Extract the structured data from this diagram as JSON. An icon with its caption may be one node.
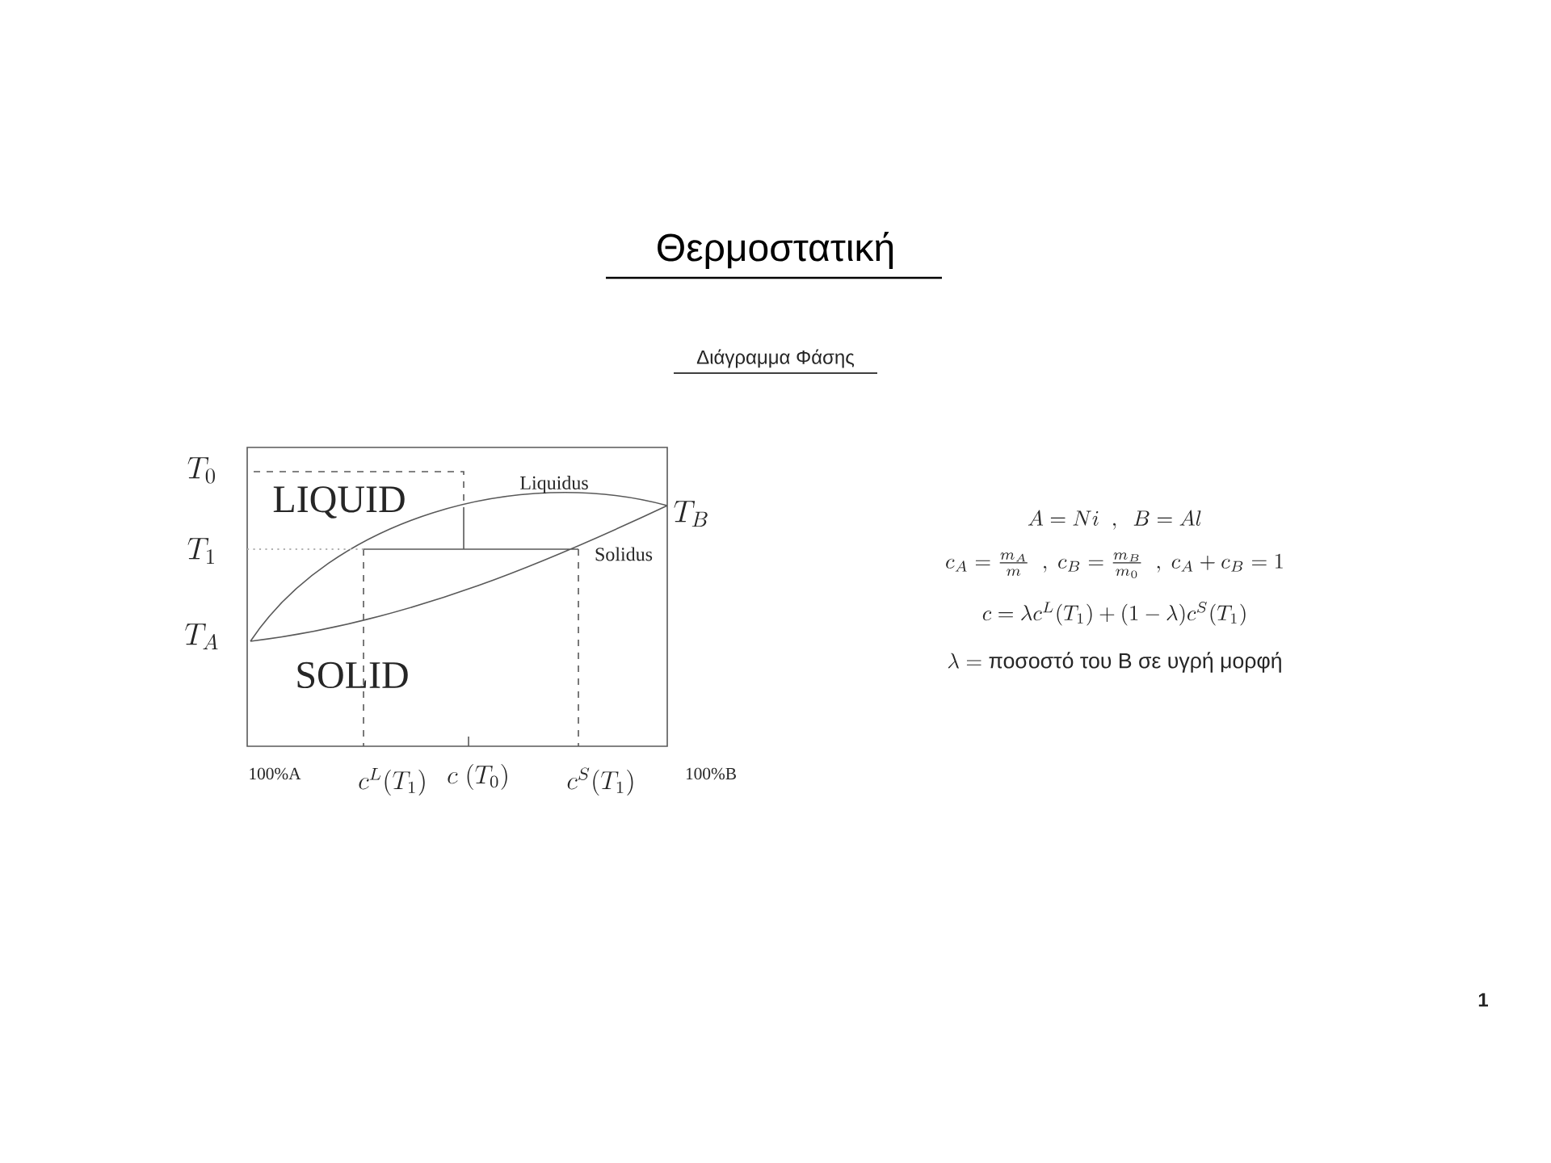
{
  "diagram": {
    "title": "Θερμοστατική",
    "labels": [
      "Διάγραμμα Φάσης",
      "T_0",
      "LIQUID",
      "Liquidus",
      "T_B",
      "T_1",
      "Solidus",
      "T_A",
      "SOLID",
      "100%A",
      "c^L(T_1)",
      "c\\ (T_0)",
      "c^S(T_1)",
      "100%B",
      "A = Ni\\ \\ ,\\ \\ B = Al",
      "c_A = \\frac{m_A}{m}\\ \\ ,\\ c_B = \\frac{m_B}{m_0}\\ \\ ,\\ c_A + c_B = 1",
      "c = \\lambda c^L(T_1) + (1-\\lambda) c^S(T_1)",
      "\\lambda = \\text{ποσοστό του B σε υγρή μορφή}",
      "1"
    ]
  }
}
